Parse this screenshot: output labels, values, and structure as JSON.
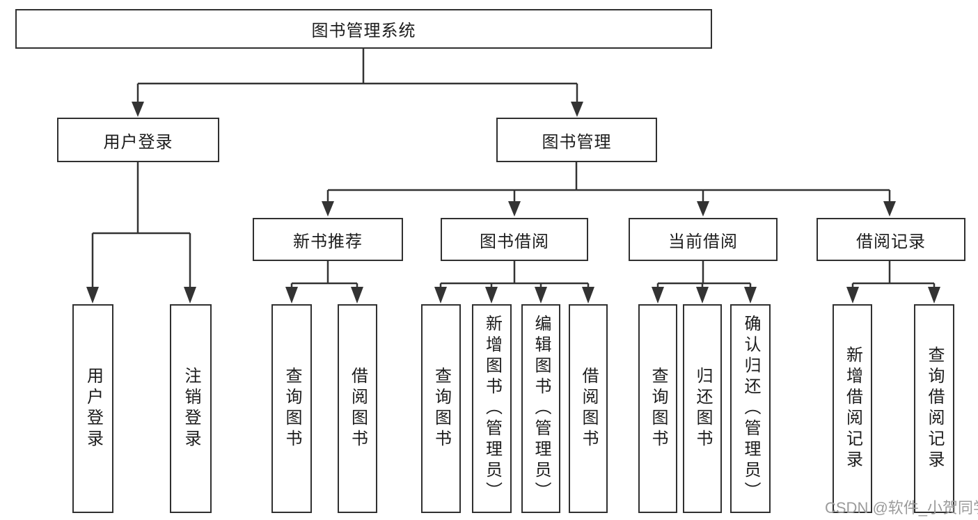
{
  "diagram": {
    "watermark": "CSDN @软件_小贺同学",
    "colors": {
      "background": "#ffffff",
      "line": "#333333",
      "text": "#1c1c1c",
      "watermark_text": "#9b9b9b"
    },
    "tree": {
      "label": "图书管理系统",
      "children": [
        {
          "label": "用户登录",
          "children": [
            {
              "label": "用户登录"
            },
            {
              "label": "注销登录"
            }
          ]
        },
        {
          "label": "图书管理",
          "children": [
            {
              "label": "新书推荐",
              "children": [
                {
                  "label": "查询图书"
                },
                {
                  "label": "借阅图书"
                }
              ]
            },
            {
              "label": "图书借阅",
              "children": [
                {
                  "label": "查询图书"
                },
                {
                  "label": "新增图书（管理员）"
                },
                {
                  "label": "编辑图书（管理员）"
                },
                {
                  "label": "借阅图书"
                }
              ]
            },
            {
              "label": "当前借阅",
              "children": [
                {
                  "label": "查询图书"
                },
                {
                  "label": "归还图书"
                },
                {
                  "label": "确认归还（管理员）"
                }
              ]
            },
            {
              "label": "借阅记录",
              "children": [
                {
                  "label": "新增借阅记录"
                },
                {
                  "label": "查询借阅记录"
                }
              ]
            }
          ]
        }
      ]
    }
  }
}
